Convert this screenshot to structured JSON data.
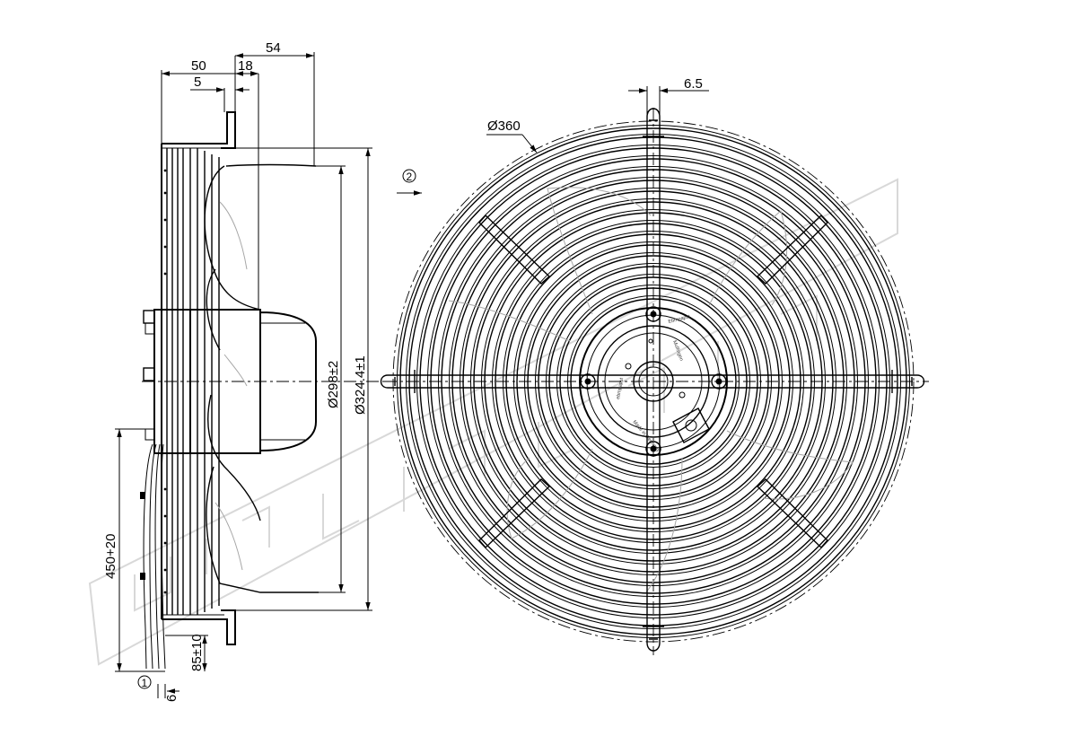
{
  "side_view": {
    "dims_top": {
      "d50": "50",
      "d5": "5",
      "d18": "18",
      "d54": "54"
    },
    "dims_vertical": {
      "d298": "Ø298±2",
      "d324": "Ø324.4±1",
      "d450": "450+20",
      "d85": "85±10",
      "d6": "6"
    },
    "callout_1": "1",
    "callout_2": "2"
  },
  "front_view": {
    "dim_65": "6.5",
    "dim_360": "Ø360"
  }
}
